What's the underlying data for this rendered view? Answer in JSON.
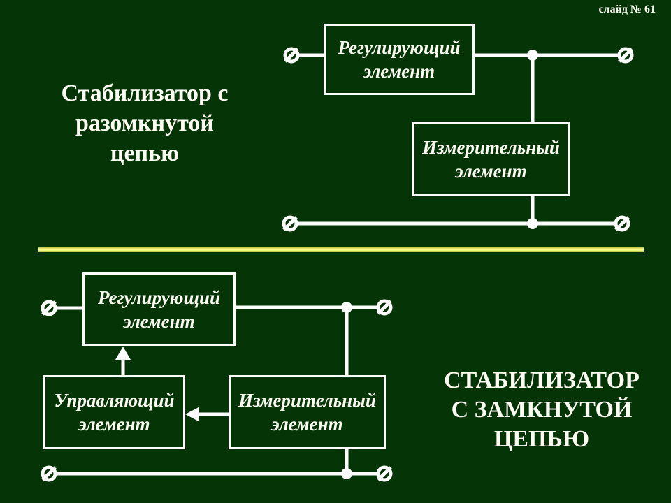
{
  "slide": {
    "number_label": "слайд № 61"
  },
  "colors": {
    "background": "#053507",
    "wire": "#FFFFFF",
    "divider_yellow": "#F5F87F",
    "text": "#FDFDF3"
  },
  "icons": {
    "terminal": "crossed-circle ⊘",
    "junction": "filled-dot ●",
    "up_arrow": "triangle ▲",
    "left_arrow": "triangle ◄"
  },
  "open_loop": {
    "title_lines": [
      "Стабилизатор с",
      "разомкнутой",
      "цепью"
    ],
    "boxes": [
      {
        "name": "regulating",
        "label_lines": [
          "Регулирующий",
          "элемент"
        ]
      },
      {
        "name": "measuring",
        "label_lines": [
          "Измерительный",
          "элемент"
        ]
      }
    ]
  },
  "closed_loop": {
    "title_lines": [
      "СТАБИЛИЗАТОР",
      "С ЗАМКНУТОЙ",
      "ЦЕПЬЮ"
    ],
    "boxes": [
      {
        "name": "regulating",
        "label_lines": [
          "Регулирующий",
          "элемент"
        ]
      },
      {
        "name": "control",
        "label_lines": [
          "Управляющий",
          "элемент"
        ]
      },
      {
        "name": "measuring",
        "label_lines": [
          "Измерительный",
          "элемент"
        ]
      }
    ]
  }
}
